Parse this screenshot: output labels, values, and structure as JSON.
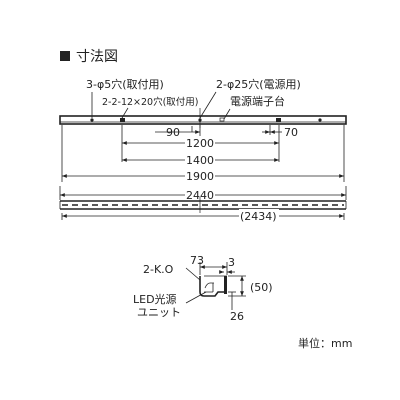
{
  "title": "寸法図",
  "labels": {
    "hole_mount": "3-φ5穴(取付用)",
    "hole_power": "2-φ25穴(電源用)",
    "slot_mount": "2-2-12×20穴(取付用)",
    "terminal": "電源端子台",
    "knockout": "2-K.O",
    "led_unit_line1": "LED光源",
    "led_unit_line2": "ユニット",
    "unit": "単位：mm"
  },
  "dimensions": {
    "d90": "90",
    "d70": "70",
    "d1200": "1200",
    "d1400": "1400",
    "d1900": "1900",
    "d2440": "2440",
    "d2434": "(2434)",
    "d73": "73",
    "d3": "3",
    "d50": "(50)",
    "d26": "26"
  }
}
